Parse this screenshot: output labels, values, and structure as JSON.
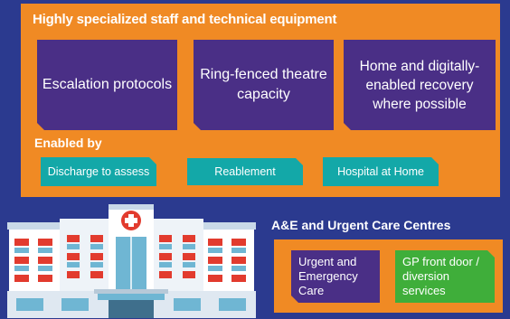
{
  "top_panel": {
    "title": "Highly specialized staff and technical equipment",
    "boxes": [
      "Escalation protocols",
      "Ring-fenced theatre capacity",
      "Home and digitally-enabled recovery where possible"
    ],
    "enabled_by_title": "Enabled by",
    "enablers": [
      "Discharge to assess",
      "Reablement",
      "Hospital at Home"
    ]
  },
  "ae_section": {
    "title": "A&E and Urgent Care Centres",
    "boxes": [
      "Urgent and Emergency Care",
      "GP front door / diversion services"
    ]
  },
  "colors": {
    "background": "#2b3a8f",
    "orange": "#f08a24",
    "purple": "#4a2f86",
    "teal": "#13a8a8",
    "green": "#3fae3a"
  },
  "icons": {
    "hospital": "hospital-building-icon"
  }
}
